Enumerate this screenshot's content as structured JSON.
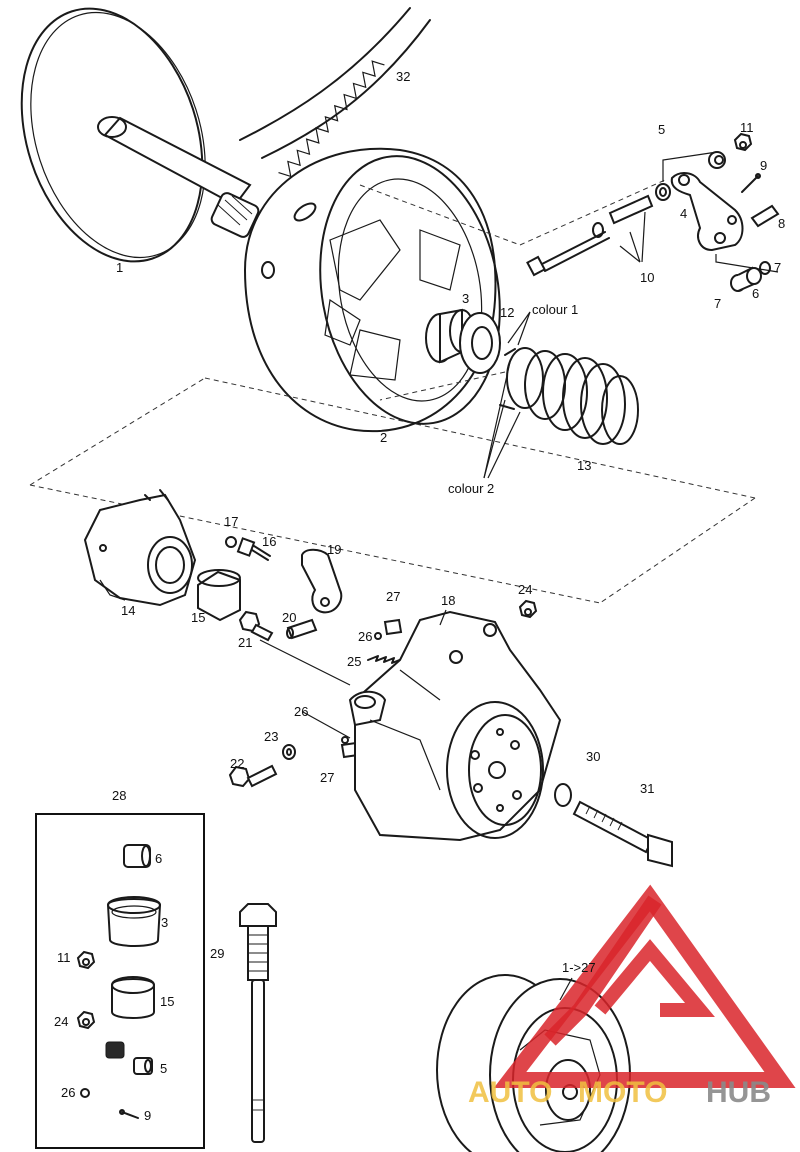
{
  "callouts": [
    {
      "id": "c1",
      "text": "1"
    },
    {
      "id": "c2",
      "text": "2"
    },
    {
      "id": "c3",
      "text": "3"
    },
    {
      "id": "c4",
      "text": "4"
    },
    {
      "id": "c5",
      "text": "5"
    },
    {
      "id": "c6",
      "text": "6"
    },
    {
      "id": "c7a",
      "text": "7"
    },
    {
      "id": "c7b",
      "text": "7"
    },
    {
      "id": "c8",
      "text": "8"
    },
    {
      "id": "c9",
      "text": "9"
    },
    {
      "id": "c10",
      "text": "10"
    },
    {
      "id": "c11",
      "text": "11"
    },
    {
      "id": "c12",
      "text": "12"
    },
    {
      "id": "c13",
      "text": "13"
    },
    {
      "id": "c14",
      "text": "14"
    },
    {
      "id": "c15",
      "text": "15"
    },
    {
      "id": "c16",
      "text": "16"
    },
    {
      "id": "c17",
      "text": "17"
    },
    {
      "id": "c18",
      "text": "18"
    },
    {
      "id": "c19",
      "text": "19"
    },
    {
      "id": "c20",
      "text": "20"
    },
    {
      "id": "c21",
      "text": "21"
    },
    {
      "id": "c22",
      "text": "22"
    },
    {
      "id": "c23",
      "text": "23"
    },
    {
      "id": "c24",
      "text": "24"
    },
    {
      "id": "c25",
      "text": "25"
    },
    {
      "id": "c26a",
      "text": "26"
    },
    {
      "id": "c26b",
      "text": "26"
    },
    {
      "id": "c27a",
      "text": "27"
    },
    {
      "id": "c27b",
      "text": "27"
    },
    {
      "id": "c28",
      "text": "28"
    },
    {
      "id": "c29",
      "text": "29"
    },
    {
      "id": "c30",
      "text": "30"
    },
    {
      "id": "c31",
      "text": "31"
    },
    {
      "id": "c32",
      "text": "32"
    },
    {
      "id": "colour1",
      "text": "colour 1"
    },
    {
      "id": "colour2",
      "text": "colour 2"
    },
    {
      "id": "assembly",
      "text": "1->27"
    }
  ],
  "kit": {
    "title": "28",
    "items": [
      "6",
      "3",
      "11",
      "15",
      "24",
      "5",
      "26",
      "9"
    ]
  },
  "watermark": {
    "brand_part1": "AUTO",
    "brand_part2": "MOTO",
    "brand_part3": "HUB",
    "colors": {
      "logo_red": "#d9252a",
      "brand_yellow": "#f0c040",
      "brand_gray": "#8a8a8a"
    }
  }
}
